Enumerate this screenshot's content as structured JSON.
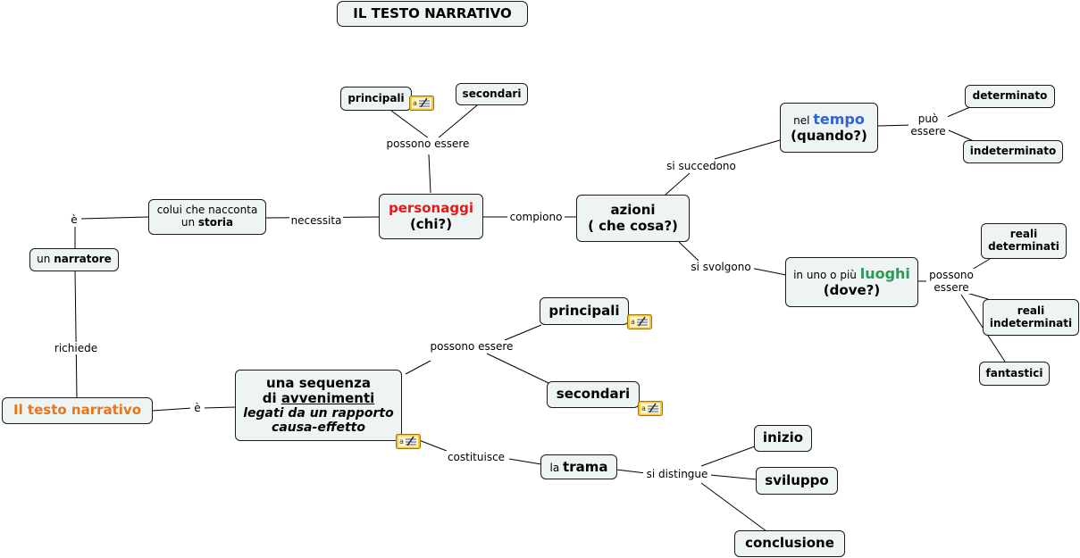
{
  "title": "IL TESTO NARRATIVO",
  "colors": {
    "red": "#e01b1b",
    "blue": "#2f63d6",
    "green": "#2a9a55",
    "orange": "#e8751a",
    "node_bg": "#eef3f3"
  },
  "nodes": {
    "main": "Il testo narrativo",
    "narratore": {
      "pre": "un ",
      "b": "narratore"
    },
    "colui": {
      "line1": "colui che nacconta",
      "pre": "un ",
      "b": "storia"
    },
    "personaggi": {
      "name": "personaggi",
      "q": "(chi?)"
    },
    "principali_top": "principali",
    "secondari_top": "secondari",
    "azioni": {
      "l1": "azioni",
      "l2": "( che cosa?)"
    },
    "tempo": {
      "pre": "nel ",
      "name": "tempo",
      "q": "(quando?)"
    },
    "determinato": "determinato",
    "indeterminato": "indeterminato",
    "luoghi": {
      "pre": "in uno o più ",
      "name": "luoghi",
      "q": "(dove?)"
    },
    "reali_det": {
      "l1": "reali",
      "l2": "determinati"
    },
    "reali_indet": {
      "l1": "reali",
      "l2": "indeterminati"
    },
    "fantastici": "fantastici",
    "sequenza": {
      "l1": "una sequenza",
      "l2pre": "di ",
      "l2u": "avvenimenti",
      "l3": "legati da un rapporto",
      "l4": "causa-effetto"
    },
    "principali_bot": "principali",
    "secondari_bot": "secondari",
    "trama": {
      "pre": "la ",
      "b": "trama"
    },
    "inizio": "inizio",
    "sviluppo": "sviluppo",
    "conclusione": "conclusione"
  },
  "labels": {
    "e_top": "è",
    "richiede": "richiede",
    "necessita": "necessita",
    "possono_essere_top": "possono essere",
    "compiono": "compiono",
    "si_succedono": "si succedono",
    "puo": "può",
    "essere": "essere",
    "si_svolgono": "si svolgono",
    "possono": "possono",
    "essere2": "essere",
    "e_bottom": "è",
    "possono_essere_bot": "possono essere",
    "costituisce": "costituisce",
    "si_distingue": "si distingue"
  }
}
